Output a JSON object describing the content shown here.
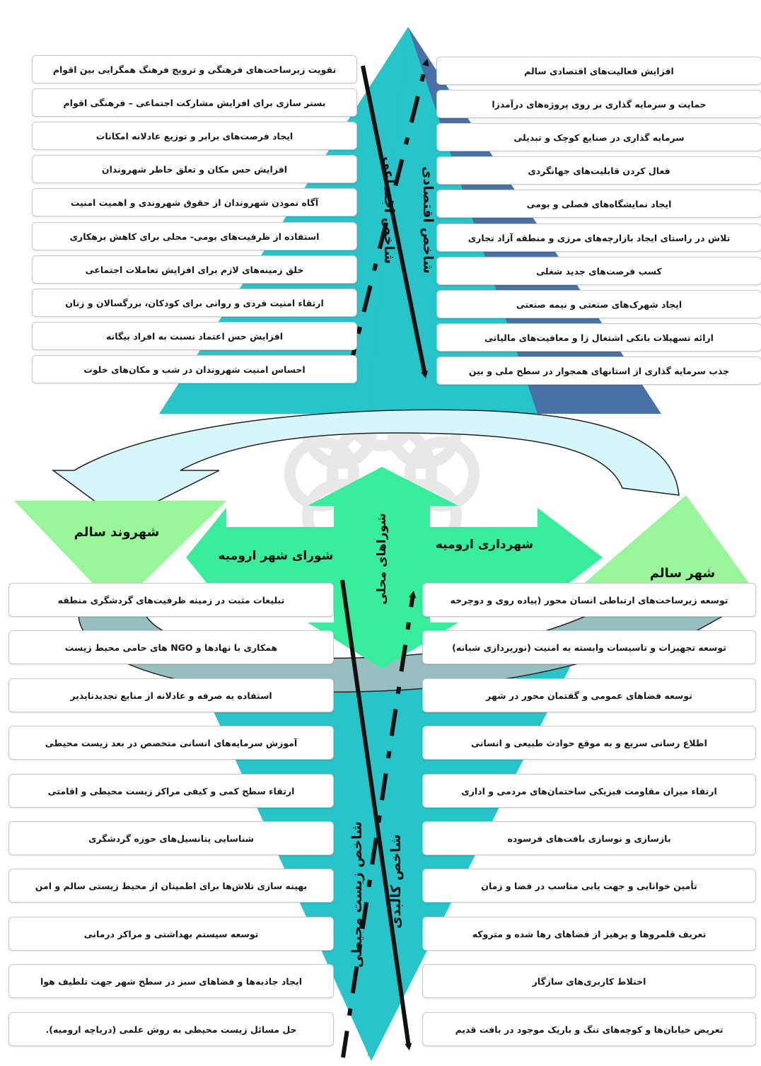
{
  "colors": {
    "teal": "#27c4c9",
    "steel_blue": "#4a71a6",
    "mint_green": "#37ed9c",
    "light_green": "#98f59a",
    "pale_cyan": "#d7f6fb",
    "slate_teal": "#97bfc2"
  },
  "icons": [
    "watermark-logo",
    "dash-arrow-up",
    "arrow-down",
    "curved-arrow",
    "four-way-arrow"
  ],
  "top": {
    "social_label": "شاخص اجتماعی",
    "economic_label": "شاخص اقتصادی",
    "social_items": [
      "تقویت زیرساخت‌های فرهنگی و ترویج فرهنگ همگرایی بین اقوام",
      "بستر سازی برای افزایش مشارکت اجتماعی – فرهنگی اقوام",
      "ایجاد فرصت‌های برابر و توزیع عادلانه امکانات",
      "افزایش حس مکان و تعلق خاطر شهروندان",
      "آگاه نمودن شهروندان از حقوق شهروندی و اهمیت امنیت",
      "استفاده از ظرفیت‌های بومی- محلی برای کاهش بزهکاری",
      "خلق زمینه‌های لازم برای افزایش تعاملات اجتماعی",
      "ارتقاء امنیت فردی و روانی برای کودکان، بزرگسالان و زنان",
      "افزایش حس اعتماد نسبت به افراد بیگانه",
      "احساس امنیت شهروندان در شب و مکان‌های خلوت"
    ],
    "economic_items": [
      "افزایش فعالیت‌های اقتصادی سالم",
      "حمایت و سرمایه گذاری بر روی پروژه‌های درآمدزا",
      "سرمایه گذاری در صنایع کوچک و تبدیلی",
      "فعال کردن قابلیت‌های جهانگردی",
      "ایجاد نمایشگاه‌های فصلی و بومی",
      "تلاش در راستای ایجاد بازارچه‌های مرزی و منطقه آزاد تجاری",
      "کسب فرصت‌های جدید شغلی",
      "ایجاد شهرک‌های صنعتی و نیمه صنعتی",
      "ارائه تسهیلات بانکی اشتغال زا و معافیت‌های مالیاتی",
      "جذب سرمایه گذاری از استانهای همجوار در سطح ملی و بین"
    ]
  },
  "middle": {
    "healthy_citizen": "شهروند سالم",
    "healthy_city": "شهر سالم",
    "city_council": "شورای شهر ارومیه",
    "municipality": "شهرداری ارومیه",
    "local_councils": "شوراهای محلی"
  },
  "bottom": {
    "environmental_label": "شاخص زیست محیطی",
    "physical_label": "شاخص کالبدی",
    "environmental_items": [
      "تبلیغات مثبت در زمینه ظرفیت‌های گردشگری منطقه",
      "همکاری با نهادها و NGO های حامی محیط زیست",
      "استفاده به صرفه و عادلانه از منابع تجدیدناپذیر",
      "آموزش سرمایه‌های انسانی متخصص در بعد زیست محیطی",
      "ارتقاء سطح کمی و کیفی مراکز زیست محیطی و اقامتی",
      "شناسایی پتانسیل‌های حوزه گردشگری",
      "بهینه سازی تلاش‌ها برای اطمینان از محیط زیستی سالم و امن",
      "توسعه سیستم بهداشتی و مراکز درمانی",
      "ایجاد جاذبه‌ها و فضاهای سبز در سطح شهر جهت تلطیف هوا",
      "حل مسائل زیست محیطی به روش علمی (دریاچه ارومیه)."
    ],
    "physical_items": [
      "توسعه زیرساخت‌های ارتباطی انسان محور (پیاده روی و دوچرخه",
      "توسعه تجهیزات و تاسیسات وابسته به امنیت (نورپردازی شبانه)",
      "توسعه فضاهای عمومی و گفتمان محور در شهر",
      "اطلاع رسانی سریع و به موقع حوادث طبیعی و انسانی",
      "ارتقاء میزان مقاومت فیزیکی ساختمان‌های مردمی و اداری",
      "بازسازی و نوسازی بافت‌های فرسوده",
      "تأمین خوانایی و جهت یابی مناسب در فضا و زمان",
      "تعریف قلمروها و پرهیز از فضاهای رها شده و متروکه",
      "اختلاط کاربری‌های سازگار",
      "تعریض خیابان‌ها و کوچه‌های تنگ و باریک موجود در بافت قدیم"
    ]
  }
}
